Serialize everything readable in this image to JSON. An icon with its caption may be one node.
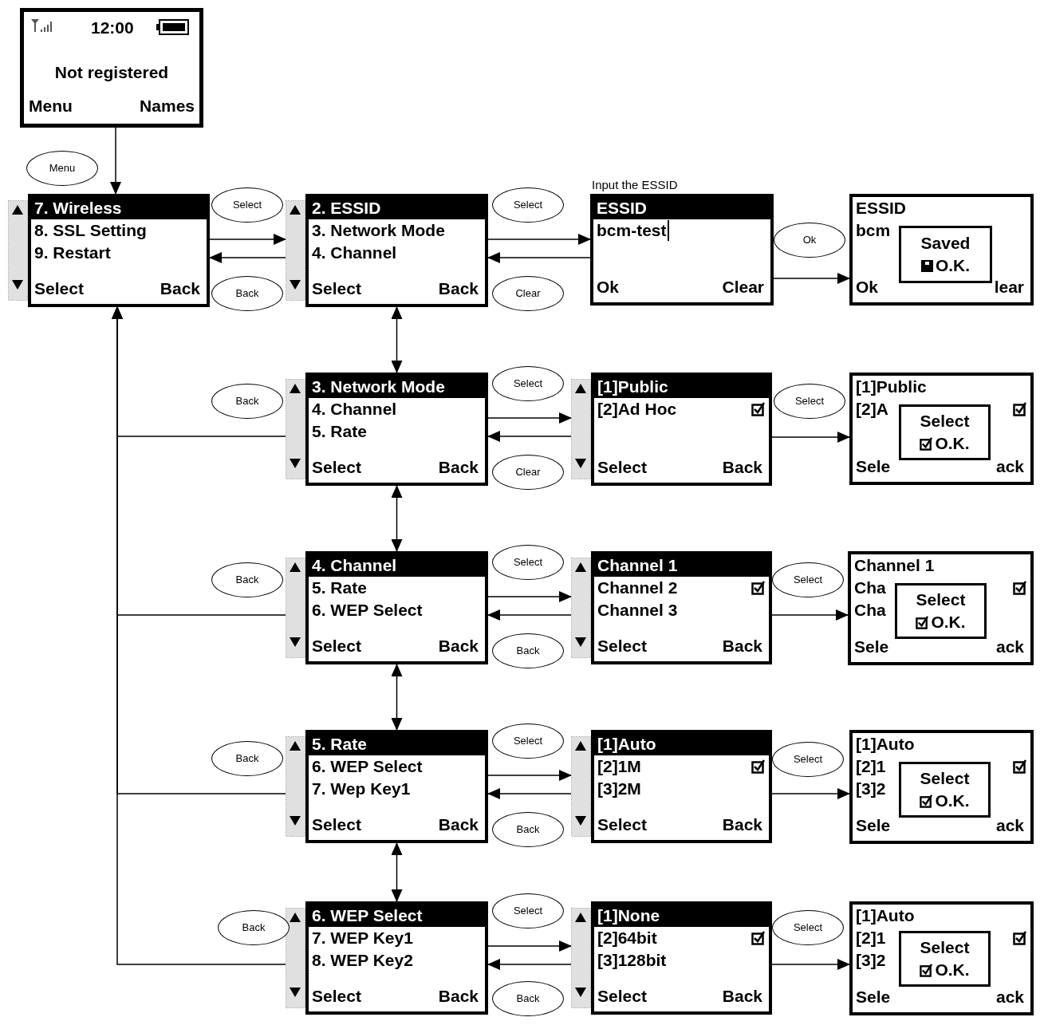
{
  "diagram": {
    "nodes": [
      {
        "text": [
          "12:00",
          "Not registered",
          "Menu",
          "Names"
        ]
      },
      {
        "text": [
          "7. Wireless",
          "8. SSL Setting",
          "9. Restart",
          "Select",
          "Back"
        ]
      },
      {
        "text": [
          "2. ESSID",
          "3. Network Mode",
          "4. Channel",
          "Select",
          "Back"
        ]
      },
      {
        "text": [
          "ESSID",
          "bcm-test",
          "Ok",
          "Clear"
        ],
        "beside": [
          "Input the ESSID"
        ]
      },
      {
        "text": [
          "ESSID",
          "bcm",
          "Ok",
          "lear"
        ]
      },
      {
        "text": [
          "Saved",
          "O.K."
        ],
        "in": 4
      },
      {
        "text": [
          "3. Network Mode",
          "4. Channel",
          "5. Rate",
          "Select",
          "Back"
        ]
      },
      {
        "text": [
          "[1]Public",
          "[2]Ad Hoc",
          "Select",
          "Back"
        ]
      },
      {
        "text": [
          "[1]Public",
          "[2]A",
          "Sele",
          "ack"
        ]
      },
      {
        "text": [
          "Select",
          "O.K."
        ],
        "in": 8
      },
      {
        "text": [
          "4. Channel",
          "5. Rate",
          "6. WEP Select",
          "Select",
          "Back"
        ]
      },
      {
        "text": [
          "Channel 1",
          "Channel 2",
          "Channel 3",
          "Select",
          "Back"
        ]
      },
      {
        "text": [
          "Channel 1",
          "Cha",
          "Cha",
          "Sele",
          "ack"
        ]
      },
      {
        "text": [
          "Select",
          "O.K."
        ],
        "in": 12
      },
      {
        "text": [
          "5. Rate",
          "6. WEP Select",
          "7. Wep Key1",
          "Select",
          "Back"
        ]
      },
      {
        "text": [
          "[1]Auto",
          "[2]1M",
          "[3]2M",
          "Select",
          "Back"
        ]
      },
      {
        "text": [
          "[1]Auto",
          "[2]1",
          "[3]2",
          "Sele",
          "ack"
        ]
      },
      {
        "text": [
          "Select",
          "O.K."
        ],
        "in": 16
      },
      {
        "text": [
          "6. WEP Select",
          "7. WEP Key1",
          "8. WEP Key2",
          "Select",
          "Back"
        ]
      },
      {
        "text": [
          "[1]None",
          "[2]64bit",
          "[3]128bit",
          "Select",
          "Back"
        ]
      },
      {
        "text": [
          "[1]Auto",
          "[2]1",
          "[3]2",
          "Sele",
          "ack"
        ]
      },
      {
        "text": [
          "Select",
          "O.K."
        ],
        "in": 20
      }
    ],
    "edges": [
      {
        "from": 0,
        "to": 1,
        "arrow": "to",
        "label": "Menu"
      },
      {
        "from": 1,
        "to": 2,
        "arrow": "to",
        "label": "Select"
      },
      {
        "from": 2,
        "to": 1,
        "arrow": "to",
        "label": "Back"
      },
      {
        "from": 2,
        "to": 3,
        "arrow": "to",
        "label": "Select"
      },
      {
        "from": 3,
        "to": 2,
        "arrow": "to",
        "label": "Clear"
      },
      {
        "from": 3,
        "to": 4,
        "arrow": "to",
        "label": "Ok"
      },
      {
        "from": 2,
        "to": 6,
        "arrow": "both"
      },
      {
        "from": 6,
        "to": 7,
        "arrow": "to",
        "label": "Select"
      },
      {
        "from": 7,
        "to": 6,
        "arrow": "to",
        "label": "Clear"
      },
      {
        "from": 7,
        "to": 8,
        "arrow": "to",
        "label": "Select"
      },
      {
        "from": 6,
        "to": 1,
        "arrow": "to",
        "label": "Back"
      },
      {
        "from": 6,
        "to": 10,
        "arrow": "both"
      },
      {
        "from": 10,
        "to": 11,
        "arrow": "to",
        "label": "Select"
      },
      {
        "from": 11,
        "to": 10,
        "arrow": "to",
        "label": "Back"
      },
      {
        "from": 11,
        "to": 12,
        "arrow": "to",
        "label": "Select"
      },
      {
        "from": 10,
        "to": 1,
        "arrow": "to",
        "label": "Back"
      },
      {
        "from": 10,
        "to": 14,
        "arrow": "both"
      },
      {
        "from": 14,
        "to": 15,
        "arrow": "to",
        "label": "Select"
      },
      {
        "from": 15,
        "to": 14,
        "arrow": "to",
        "label": "Back"
      },
      {
        "from": 15,
        "to": 16,
        "arrow": "to",
        "label": "Select"
      },
      {
        "from": 14,
        "to": 1,
        "arrow": "to",
        "label": "Back"
      },
      {
        "from": 14,
        "to": 18,
        "arrow": "both"
      },
      {
        "from": 18,
        "to": 19,
        "arrow": "to",
        "label": "Select"
      },
      {
        "from": 19,
        "to": 18,
        "arrow": "to",
        "label": "Back"
      },
      {
        "from": 19,
        "to": 20,
        "arrow": "to",
        "label": "Select"
      },
      {
        "from": 18,
        "to": 1,
        "arrow": "to",
        "label": "Back"
      }
    ]
  }
}
